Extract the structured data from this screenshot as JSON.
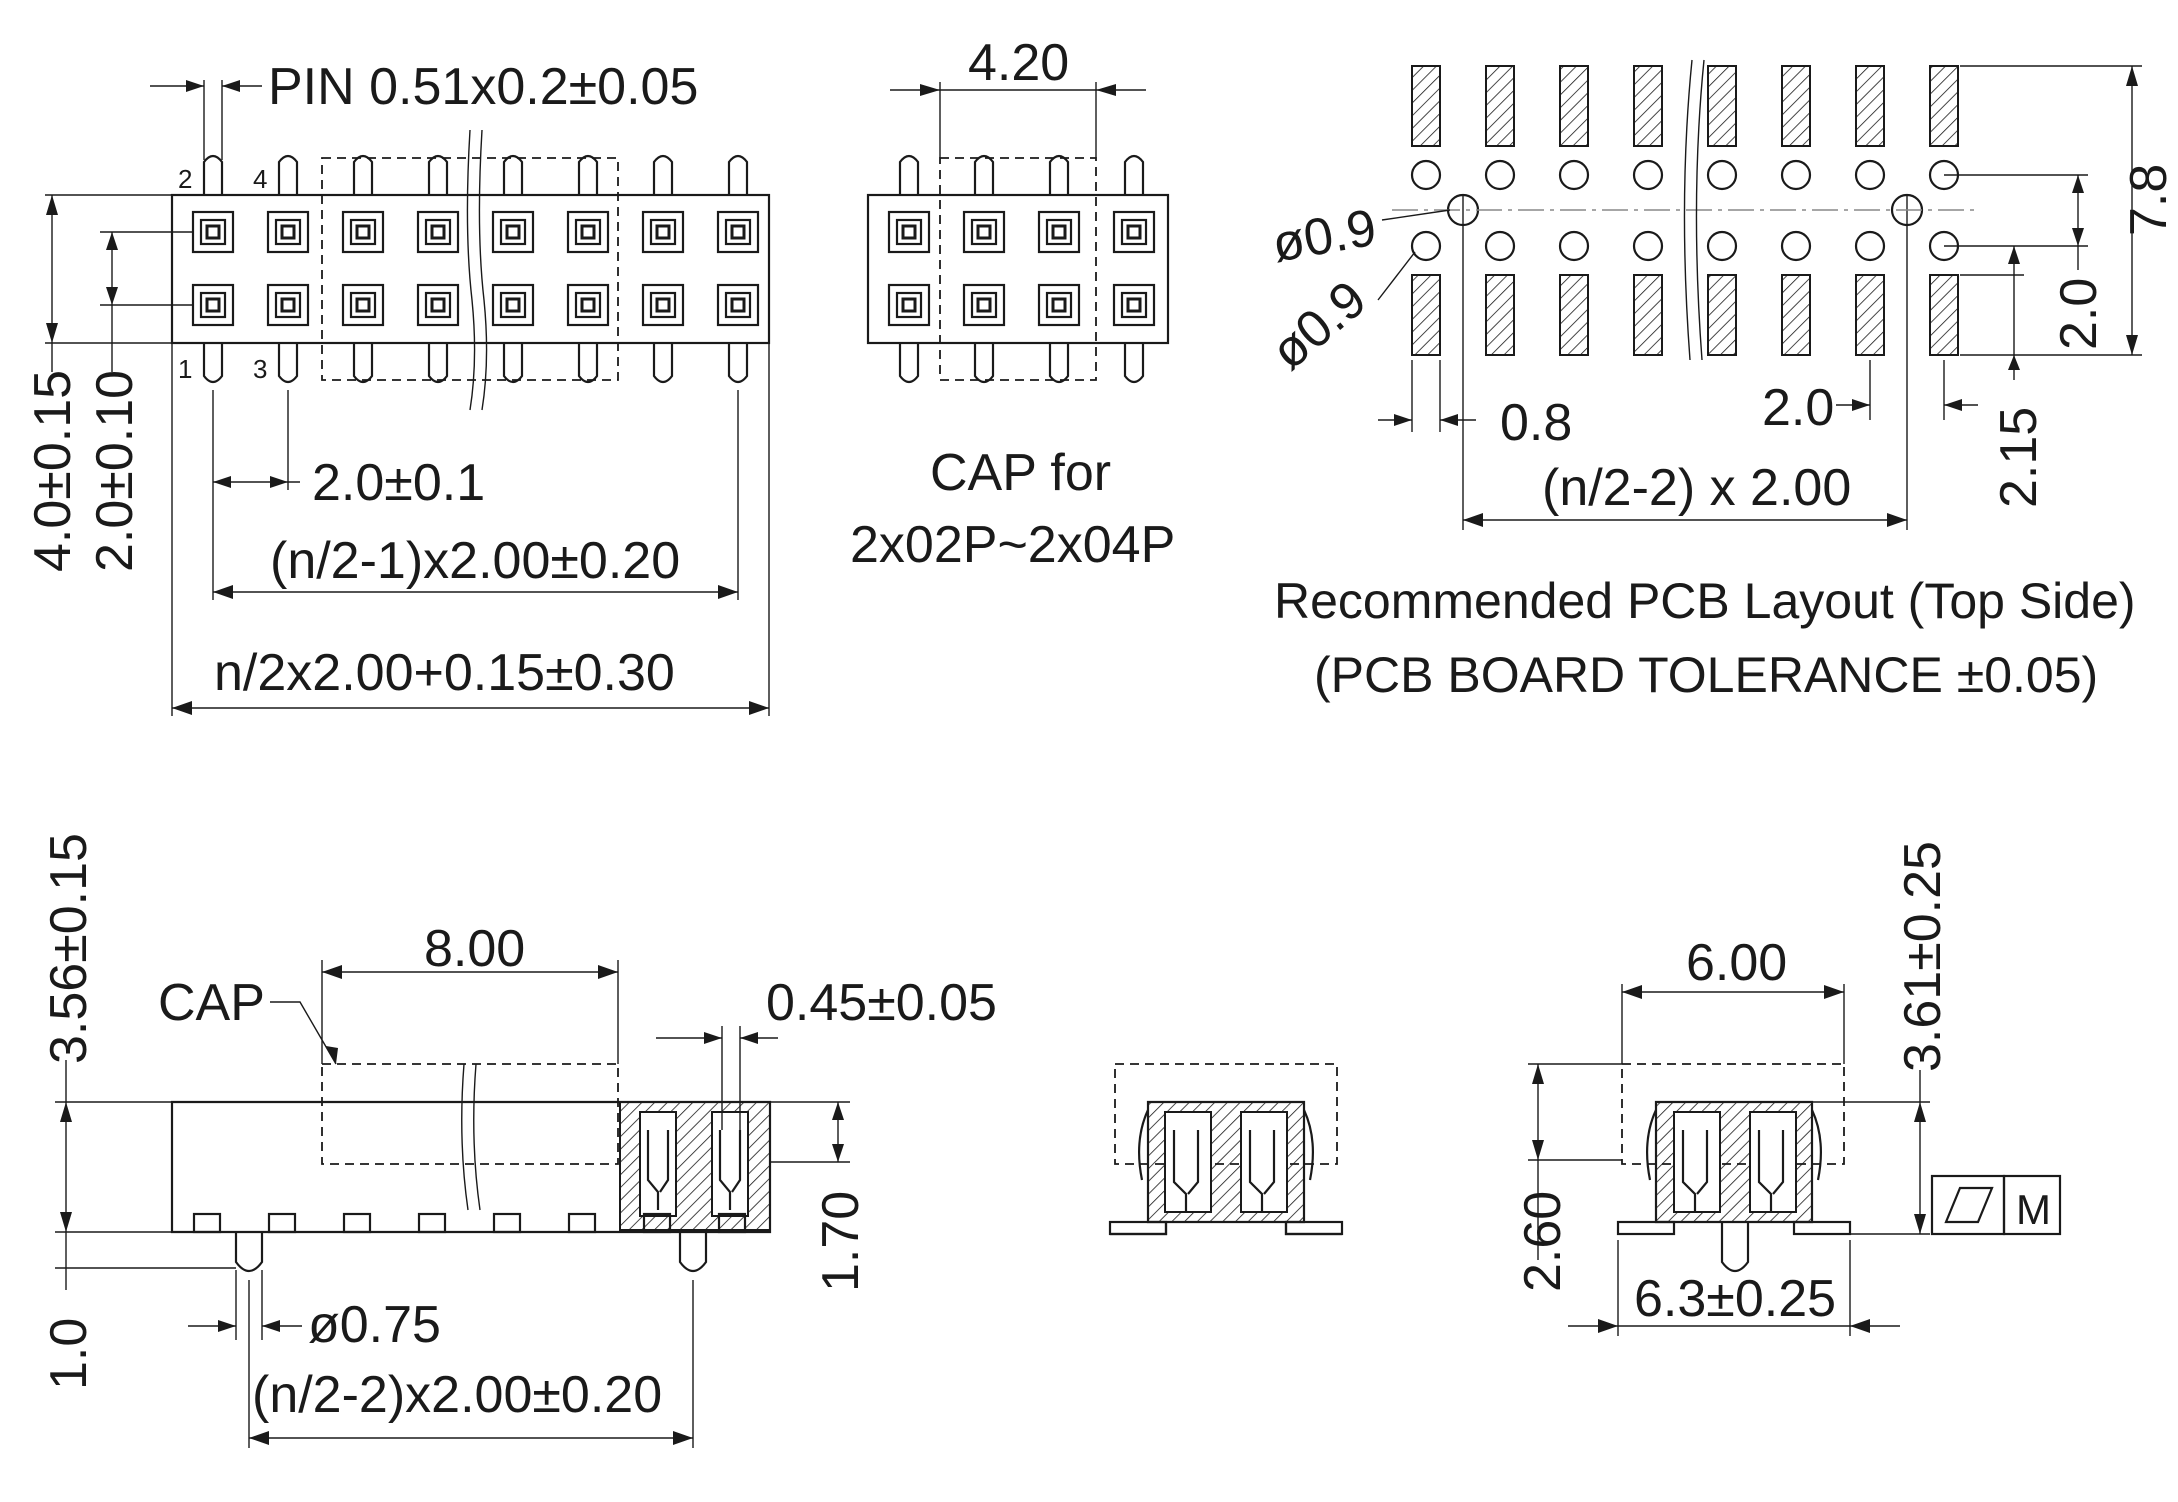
{
  "top_view": {
    "pin_dim": "PIN 0.51x0.2±0.05",
    "pin_labels": [
      "2",
      "4",
      "1",
      "3"
    ],
    "pitch": "2.0±0.1",
    "pitch_span": "(n/2-1)x2.00±0.20",
    "overall_length": "n/2x2.00+0.15±0.30",
    "overall_height": "4.0±0.15",
    "row_spacing": "2.0±0.10"
  },
  "cap_view": {
    "width": "4.20",
    "caption_line1": "CAP for",
    "caption_line2": "2x02P~2x04P"
  },
  "pcb_layout": {
    "hole_dia_1": "ø0.9",
    "hole_dia_2": "ø0.9",
    "pad_width": "0.8",
    "pad_pitch": "2.0",
    "span": "(n/2-2) x 2.00",
    "overall": "7.8",
    "row_spacing": "2.0",
    "pad_length": "2.15",
    "title_line1": "Recommended PCB Layout (Top Side)",
    "title_line2": "(PCB BOARD TOLERANCE ±0.05)"
  },
  "side_view": {
    "height": "3.56±0.15",
    "cap_label": "CAP",
    "cap_length": "8.00",
    "contact_width": "0.45±0.05",
    "body_height": "1.70",
    "post_length": "1.0",
    "post_dia": "ø0.75",
    "post_span": "(n/2-2)x2.00±0.20"
  },
  "end_view": {
    "cap_width": "6.00",
    "height": "3.61±0.25",
    "standoff": "2.60",
    "foot_span": "6.3±0.25",
    "tolerance_symbol": "parallelogram-flatness-icon",
    "tolerance_modifier": "M"
  }
}
